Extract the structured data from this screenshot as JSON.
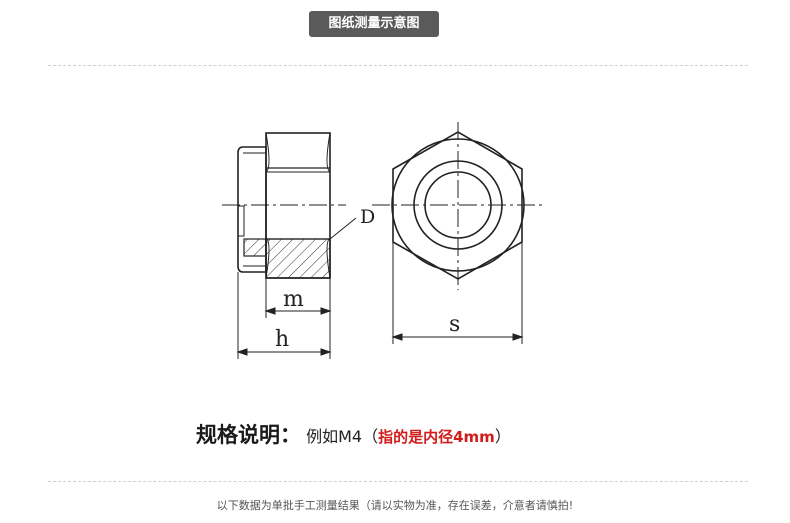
{
  "header": {
    "title": "图纸测量示意图"
  },
  "diagram": {
    "labels": {
      "d": "D",
      "m": "m",
      "h": "h",
      "s": "s"
    }
  },
  "spec": {
    "label": "规格说明：",
    "example": "例如M4",
    "paren_open": "（",
    "highlight": "指的是内径4mm",
    "paren_close": "）"
  },
  "footer": {
    "note": "以下数据为单批手工测量结果（请以实物为准，存在误差，介意者请慎拍!"
  },
  "colors": {
    "badge": "#5a5a5a",
    "highlight": "#d21c1c"
  }
}
